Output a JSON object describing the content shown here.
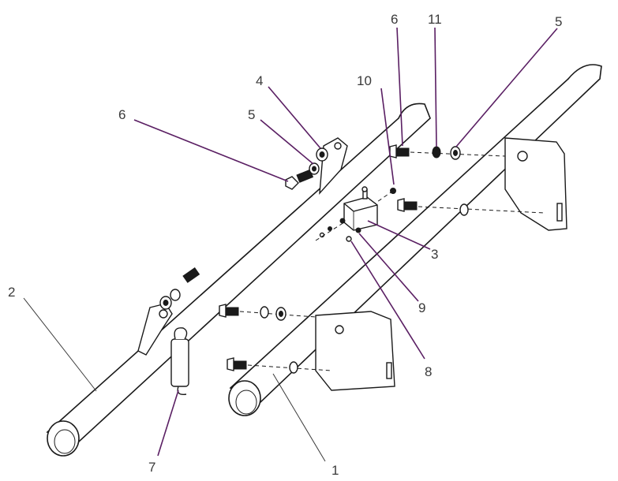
{
  "callouts": {
    "c1": "1",
    "c2": "2",
    "c3": "3",
    "c4": "4",
    "c5a": "5",
    "c5b": "5",
    "c6a": "6",
    "c6b": "6",
    "c7": "7",
    "c8": "8",
    "c9": "9",
    "c10": "10",
    "c11": "11"
  },
  "colors": {
    "leader": "#5a1f63",
    "line": "#1a1a1a"
  }
}
